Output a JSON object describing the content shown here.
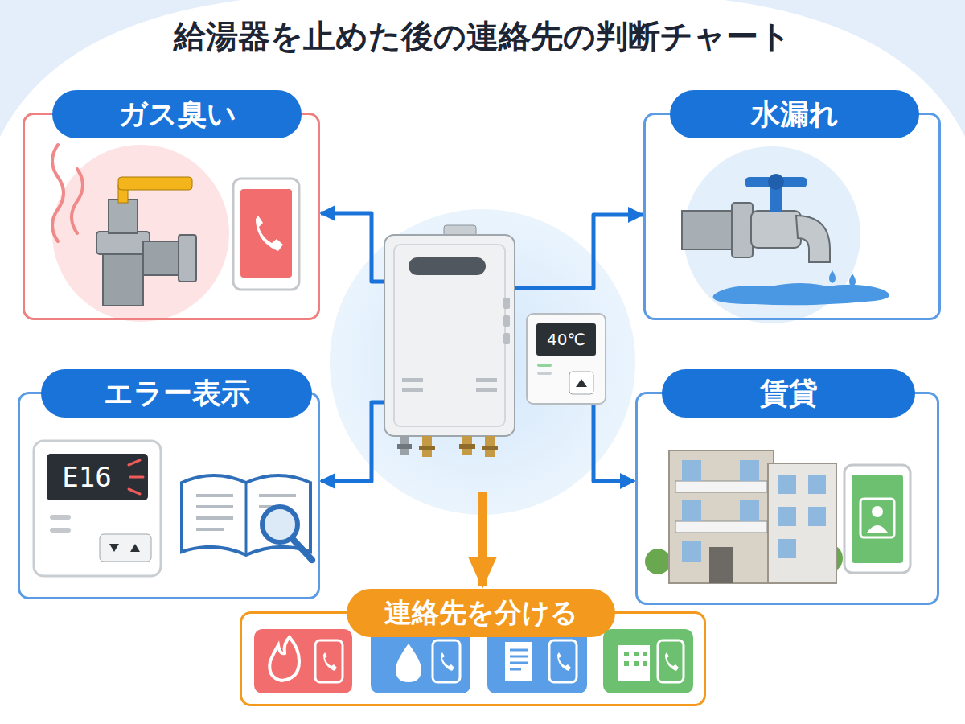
{
  "diagram": {
    "title": "給湯器を止めた後の連絡先の判断チャート",
    "nodes": [
      {
        "text": [
          "ガス臭い"
        ]
      },
      {
        "text": [
          "水漏れ"
        ]
      },
      {
        "text": [
          "40℃"
        ]
      },
      {
        "text": [
          "エラー表示"
        ]
      },
      {
        "text": [
          "賃貸"
        ]
      },
      {
        "text": [
          "連絡先を分ける"
        ]
      }
    ],
    "edges": [
      {
        "from": 2,
        "to": 0,
        "arrow": "to"
      },
      {
        "from": 2,
        "to": 1,
        "arrow": "to"
      },
      {
        "from": 2,
        "to": 3,
        "arrow": "to"
      },
      {
        "from": 2,
        "to": 4,
        "arrow": "to"
      },
      {
        "from": 2,
        "to": 5,
        "arrow": "to"
      }
    ],
    "labels": [
      "E16"
    ]
  }
}
